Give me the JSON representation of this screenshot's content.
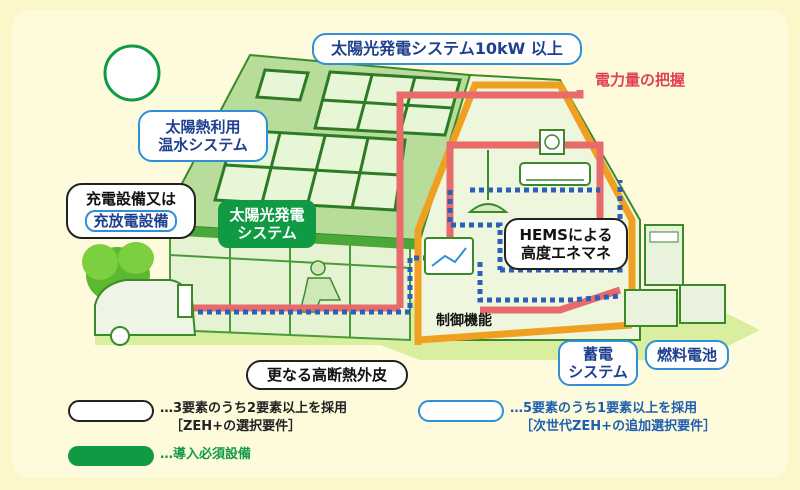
{
  "labels": {
    "solar_10kw": "太陽光発電システム10kW 以上",
    "power_monitor": "電力量の把握",
    "solar_thermal_1": "太陽熱利用",
    "solar_thermal_2": "温水システム",
    "charger_1": "充電設備又は",
    "charger_2": "充放電設備",
    "solar_system_1": "太陽光発電",
    "solar_system_2": "システム",
    "hems_1": "HEMSによる",
    "hems_2": "高度エネマネ",
    "control": "制御機能",
    "insulation": "更なる高断熱外皮",
    "storage_1": "蓄電",
    "storage_2": "システム",
    "fuel_cell": "燃料電池"
  },
  "legend": {
    "black_1": "…3要素のうち2要素以上を採用",
    "black_2": "［ZEH+の選択要件］",
    "blue_1": "…5要素のうち1要素以上を採用",
    "blue_2": "［次世代ZEH+の追加選択要件］",
    "green_1": "…導入必須設備"
  },
  "colors": {
    "background": "#fbf7c8",
    "frame_green": "#119a44",
    "label_blue": "#2f8fd8",
    "power_line_red": "#e86a6a",
    "dotted_blue": "#2b5fb8",
    "insulation_orange": "#f0a020"
  }
}
